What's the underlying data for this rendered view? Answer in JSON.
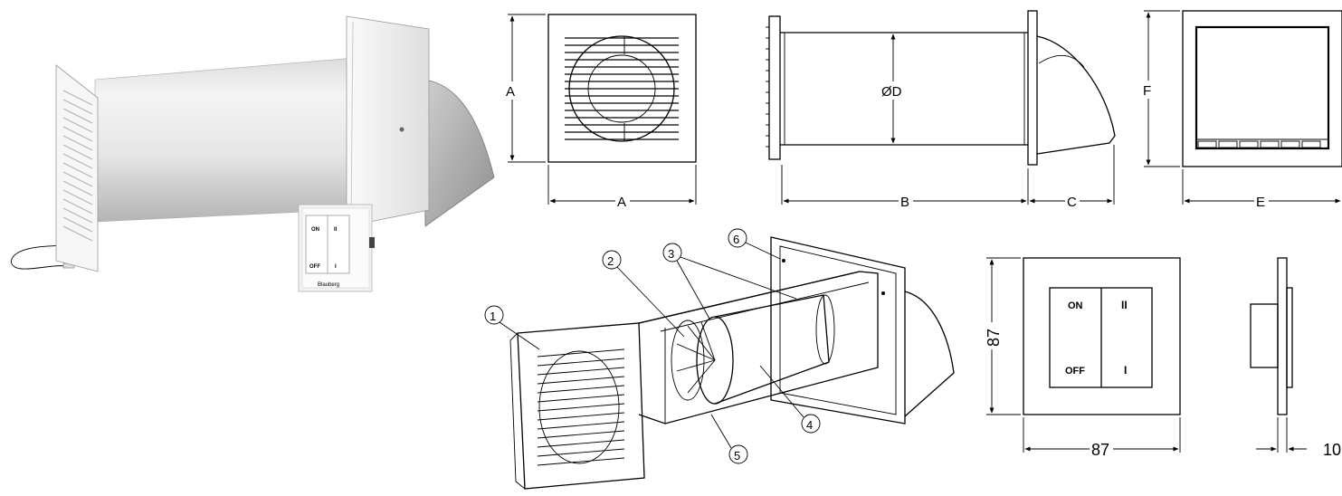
{
  "dimensions": {
    "grille_width": "A",
    "grille_height": "A",
    "diameter": "ØD",
    "duct_length": "B",
    "hood_depth": "C",
    "outer_width": "E",
    "outer_height": "F"
  },
  "callouts": [
    "1",
    "2",
    "3",
    "4",
    "5",
    "6"
  ],
  "switch": {
    "on_label": "ON",
    "off_label": "OFF",
    "speed_high": "II",
    "speed_low": "I",
    "width_mm": "87",
    "height_mm": "87",
    "depth_mm": "10"
  },
  "product_photo_switch": {
    "on_label": "ON",
    "off_label": "OFF",
    "speed_high": "II",
    "speed_low": "I",
    "brand": "Blauberg"
  }
}
